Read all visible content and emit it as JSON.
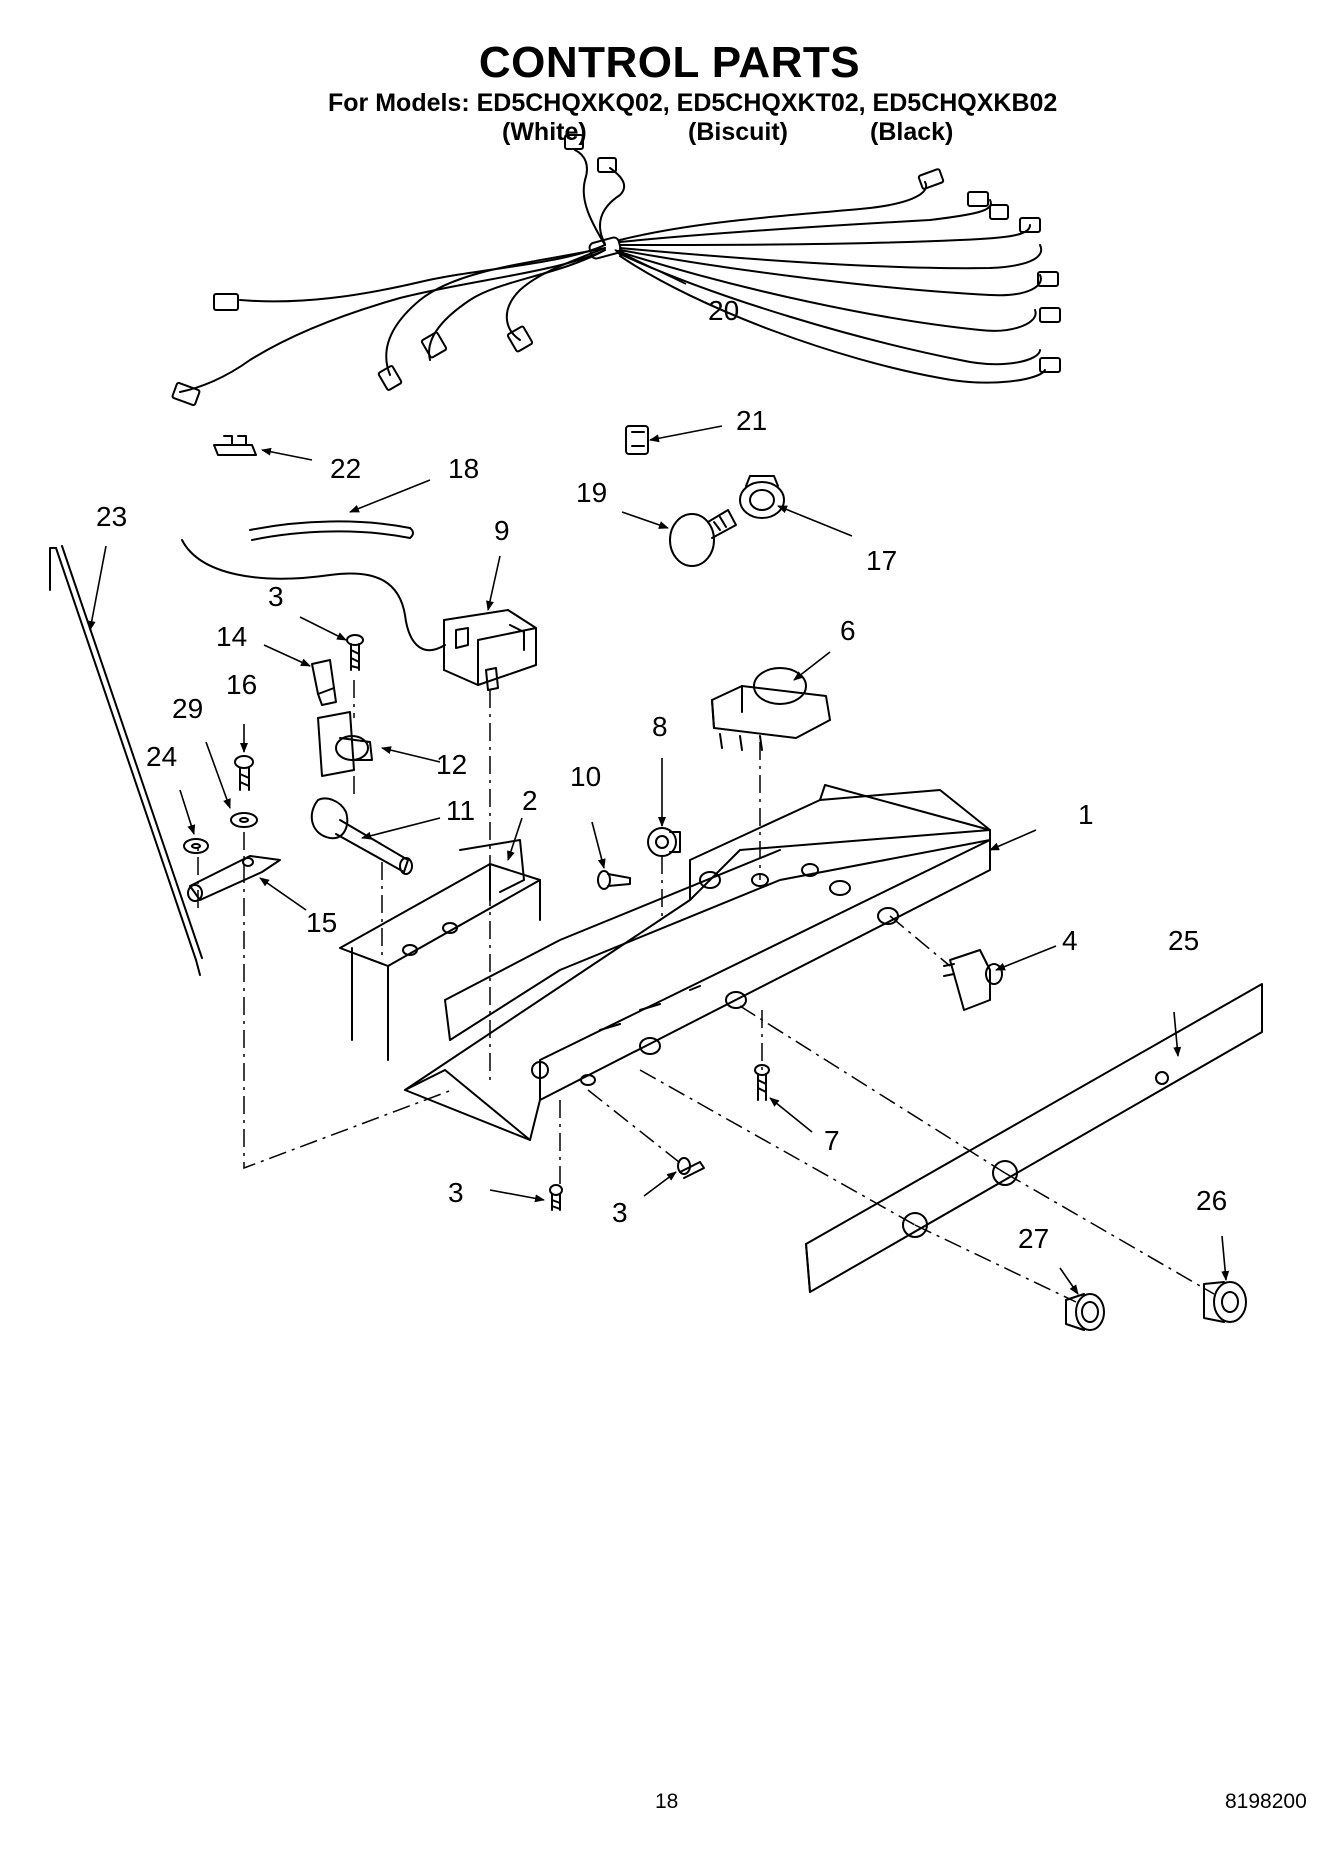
{
  "header": {
    "title": "CONTROL PARTS",
    "models_line": "For Models: ED5CHQXKQ02, ED5CHQXKT02, ED5CHQXKB02",
    "variants": [
      "(White)",
      "(Biscuit)",
      "(Black)"
    ]
  },
  "callouts": [
    "20",
    "21",
    "22",
    "18",
    "23",
    "19",
    "17",
    "9",
    "3",
    "14",
    "6",
    "16",
    "29",
    "12",
    "8",
    "24",
    "11",
    "2",
    "10",
    "1",
    "15",
    "4",
    "25",
    "7",
    "3",
    "3",
    "26",
    "27"
  ],
  "footer": {
    "page_number": "18",
    "doc_number": "8198200"
  },
  "colors": {
    "ink": "#000000",
    "paper": "#ffffff"
  }
}
